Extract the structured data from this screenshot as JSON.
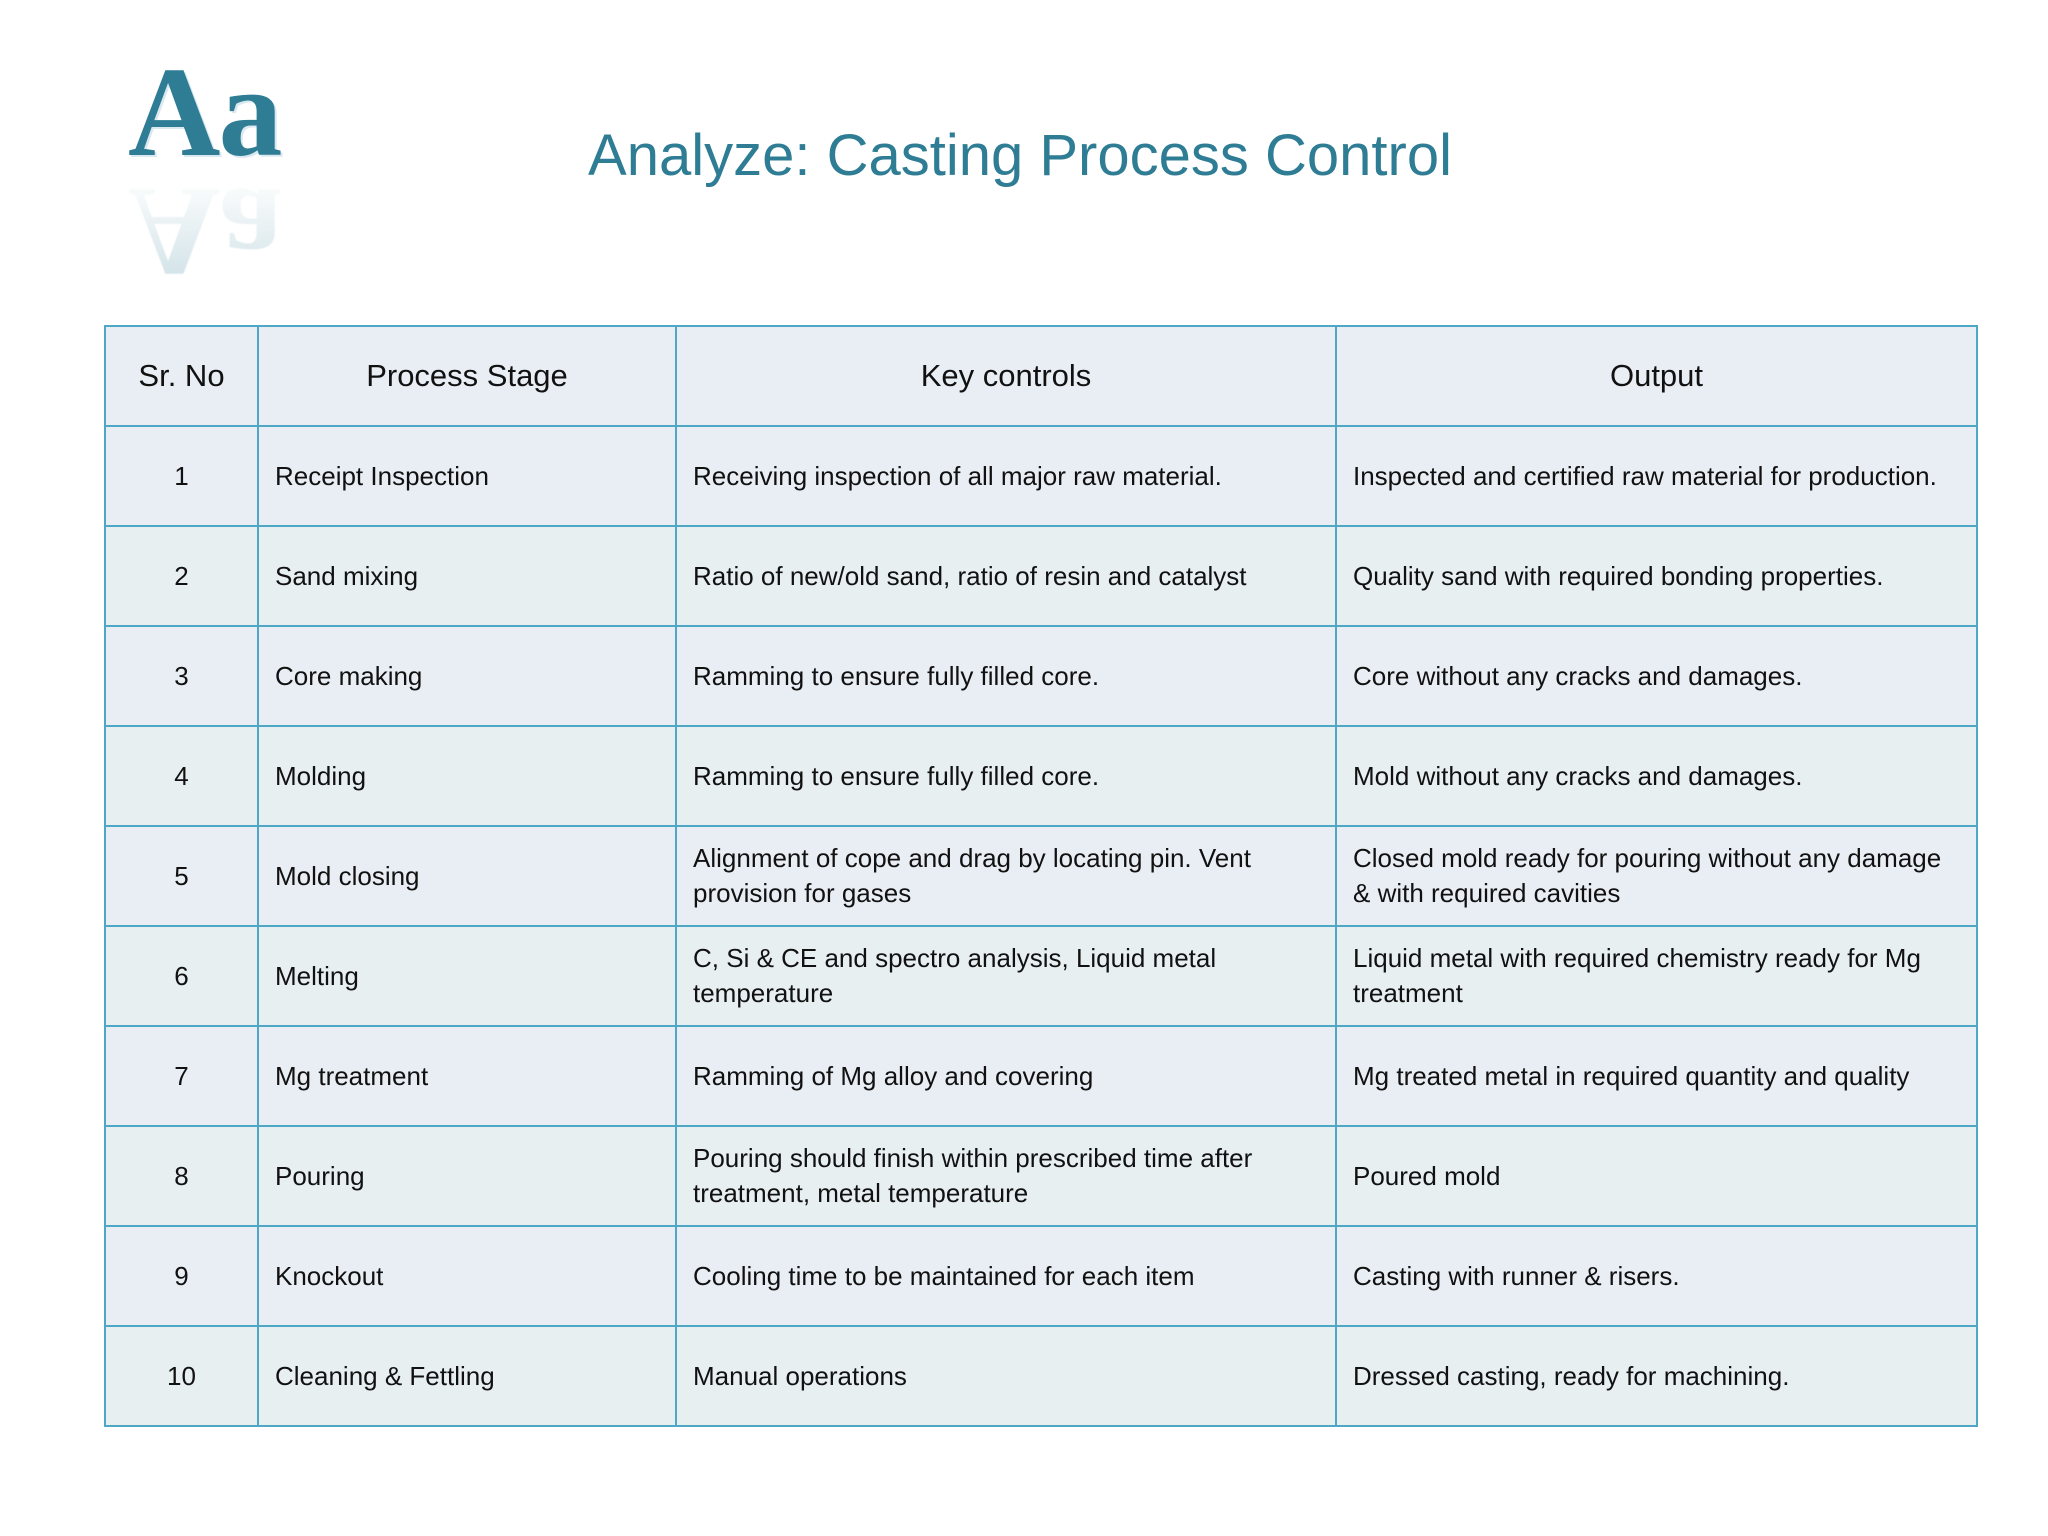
{
  "slide": {
    "title": "Analyze: Casting Process Control",
    "logo_text": "Aa",
    "accent_color": "#2E7D95",
    "table_border_color": "#4FA7C6",
    "cell_background": "#e9eef5"
  },
  "table": {
    "headers": {
      "sr_no": "Sr. No",
      "process_stage": "Process Stage",
      "key_controls": "Key controls",
      "output": "Output"
    },
    "rows": [
      {
        "sr_no": "1",
        "process_stage": "Receipt Inspection",
        "key_controls": "Receiving inspection of all major raw material.",
        "output": "Inspected and certified raw material for production."
      },
      {
        "sr_no": "2",
        "process_stage": "Sand mixing",
        "key_controls": "Ratio of new/old sand, ratio of resin and catalyst",
        "output": "Quality sand with required bonding properties."
      },
      {
        "sr_no": "3",
        "process_stage": "Core making",
        "key_controls": "Ramming to ensure fully filled core.",
        "output": "Core without any cracks and damages."
      },
      {
        "sr_no": "4",
        "process_stage": "Molding",
        "key_controls": "Ramming to ensure fully filled core.",
        "output": "Mold without any cracks and damages."
      },
      {
        "sr_no": "5",
        "process_stage": "Mold closing",
        "key_controls": "Alignment of cope and drag by locating pin. Vent provision for gases",
        "output": "Closed mold ready for pouring without any damage & with required cavities"
      },
      {
        "sr_no": "6",
        "process_stage": "Melting",
        "key_controls": "C, Si & CE and spectro analysis, Liquid metal temperature",
        "output": "Liquid metal with required chemistry ready for Mg treatment"
      },
      {
        "sr_no": "7",
        "process_stage": "Mg treatment",
        "key_controls": "Ramming of Mg alloy and covering",
        "output": "Mg treated metal in required quantity and quality"
      },
      {
        "sr_no": "8",
        "process_stage": "Pouring",
        "key_controls": "Pouring should finish within prescribed time after treatment, metal temperature",
        "output": "Poured mold"
      },
      {
        "sr_no": "9",
        "process_stage": "Knockout",
        "key_controls": "Cooling time to be maintained for each item",
        "output": "Casting with runner & risers."
      },
      {
        "sr_no": "10",
        "process_stage": "Cleaning & Fettling",
        "key_controls": "Manual operations",
        "output": "Dressed casting, ready for machining."
      }
    ]
  }
}
